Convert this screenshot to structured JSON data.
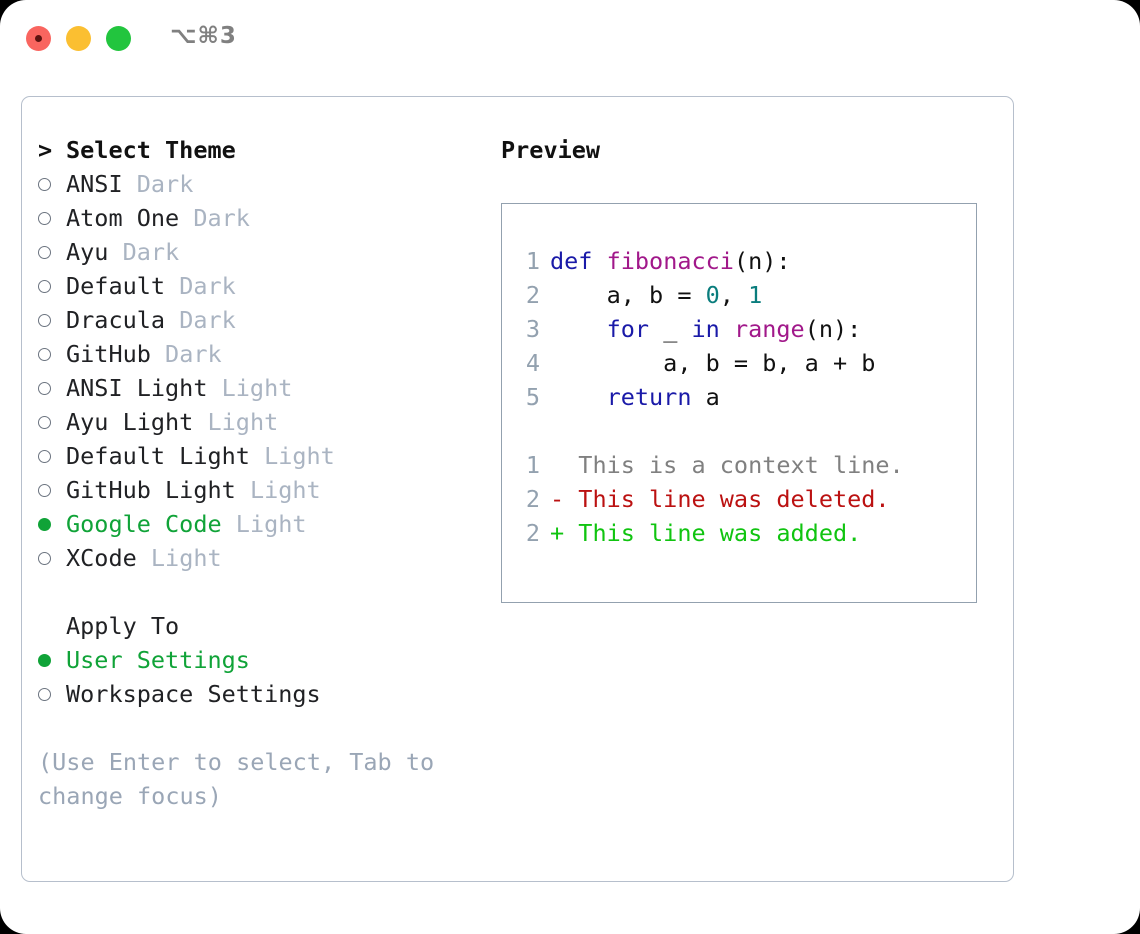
{
  "window": {
    "shortcut_label": "⌥⌘3",
    "traffic_lights": [
      "close",
      "minimize",
      "maximize"
    ]
  },
  "theme_picker": {
    "header_prefix": "> ",
    "header_label": "Select Theme",
    "items": [
      {
        "name": "ANSI",
        "variant": "Dark",
        "selected": false
      },
      {
        "name": "Atom One",
        "variant": "Dark",
        "selected": false
      },
      {
        "name": "Ayu",
        "variant": "Dark",
        "selected": false
      },
      {
        "name": "Default",
        "variant": "Dark",
        "selected": false
      },
      {
        "name": "Dracula",
        "variant": "Dark",
        "selected": false
      },
      {
        "name": "GitHub",
        "variant": "Dark",
        "selected": false
      },
      {
        "name": "ANSI Light",
        "variant": "Light",
        "selected": false
      },
      {
        "name": "Ayu Light",
        "variant": "Light",
        "selected": false
      },
      {
        "name": "Default Light",
        "variant": "Light",
        "selected": false
      },
      {
        "name": "GitHub Light",
        "variant": "Light",
        "selected": false
      },
      {
        "name": "Google Code",
        "variant": "Light",
        "selected": true
      },
      {
        "name": "XCode",
        "variant": "Light",
        "selected": false
      }
    ]
  },
  "apply_to": {
    "title": "Apply To",
    "items": [
      {
        "name": "User Settings",
        "selected": true
      },
      {
        "name": "Workspace Settings",
        "selected": false
      }
    ]
  },
  "help_text": "(Use Enter to select, Tab to change focus)",
  "preview": {
    "title": "Preview",
    "code_lines": [
      {
        "no": "1",
        "tokens": [
          {
            "t": "def",
            "c": "kw"
          },
          {
            "t": " ",
            "c": "pl"
          },
          {
            "t": "fibonacci",
            "c": "fn"
          },
          {
            "t": "(n):",
            "c": "pl"
          }
        ]
      },
      {
        "no": "2",
        "tokens": [
          {
            "t": "    a, b = ",
            "c": "pl"
          },
          {
            "t": "0",
            "c": "num"
          },
          {
            "t": ", ",
            "c": "pl"
          },
          {
            "t": "1",
            "c": "num"
          }
        ]
      },
      {
        "no": "3",
        "tokens": [
          {
            "t": "    ",
            "c": "pl"
          },
          {
            "t": "for",
            "c": "kw"
          },
          {
            "t": " _ ",
            "c": "pl"
          },
          {
            "t": "in",
            "c": "kw"
          },
          {
            "t": " ",
            "c": "pl"
          },
          {
            "t": "range",
            "c": "fn"
          },
          {
            "t": "(n):",
            "c": "pl"
          }
        ]
      },
      {
        "no": "4",
        "tokens": [
          {
            "t": "        a, b = b, a + b",
            "c": "pl"
          }
        ]
      },
      {
        "no": "5",
        "tokens": [
          {
            "t": "    ",
            "c": "pl"
          },
          {
            "t": "return",
            "c": "kw"
          },
          {
            "t": " a",
            "c": "pl"
          }
        ]
      }
    ],
    "diff_lines": [
      {
        "no": "1",
        "tokens": [
          {
            "t": "  This is a context line.",
            "c": "ctx"
          }
        ]
      },
      {
        "no": "2",
        "tokens": [
          {
            "t": "- This line was deleted.",
            "c": "del"
          }
        ]
      },
      {
        "no": "2",
        "tokens": [
          {
            "t": "+ This line was added.",
            "c": "add"
          }
        ]
      }
    ]
  },
  "colors": {
    "accent_green": "#10a338",
    "added_green": "#10c410",
    "deleted_red": "#bb1111",
    "keyword_blue": "#1a1aa8",
    "function_magenta": "#a1188a",
    "number_teal": "#0a7d7d",
    "muted_gray": "#aab4c2",
    "border_gray": "#93a1af",
    "traffic_red": "#f9655f",
    "traffic_yellow": "#fbbf31",
    "traffic_green": "#22c53e"
  }
}
